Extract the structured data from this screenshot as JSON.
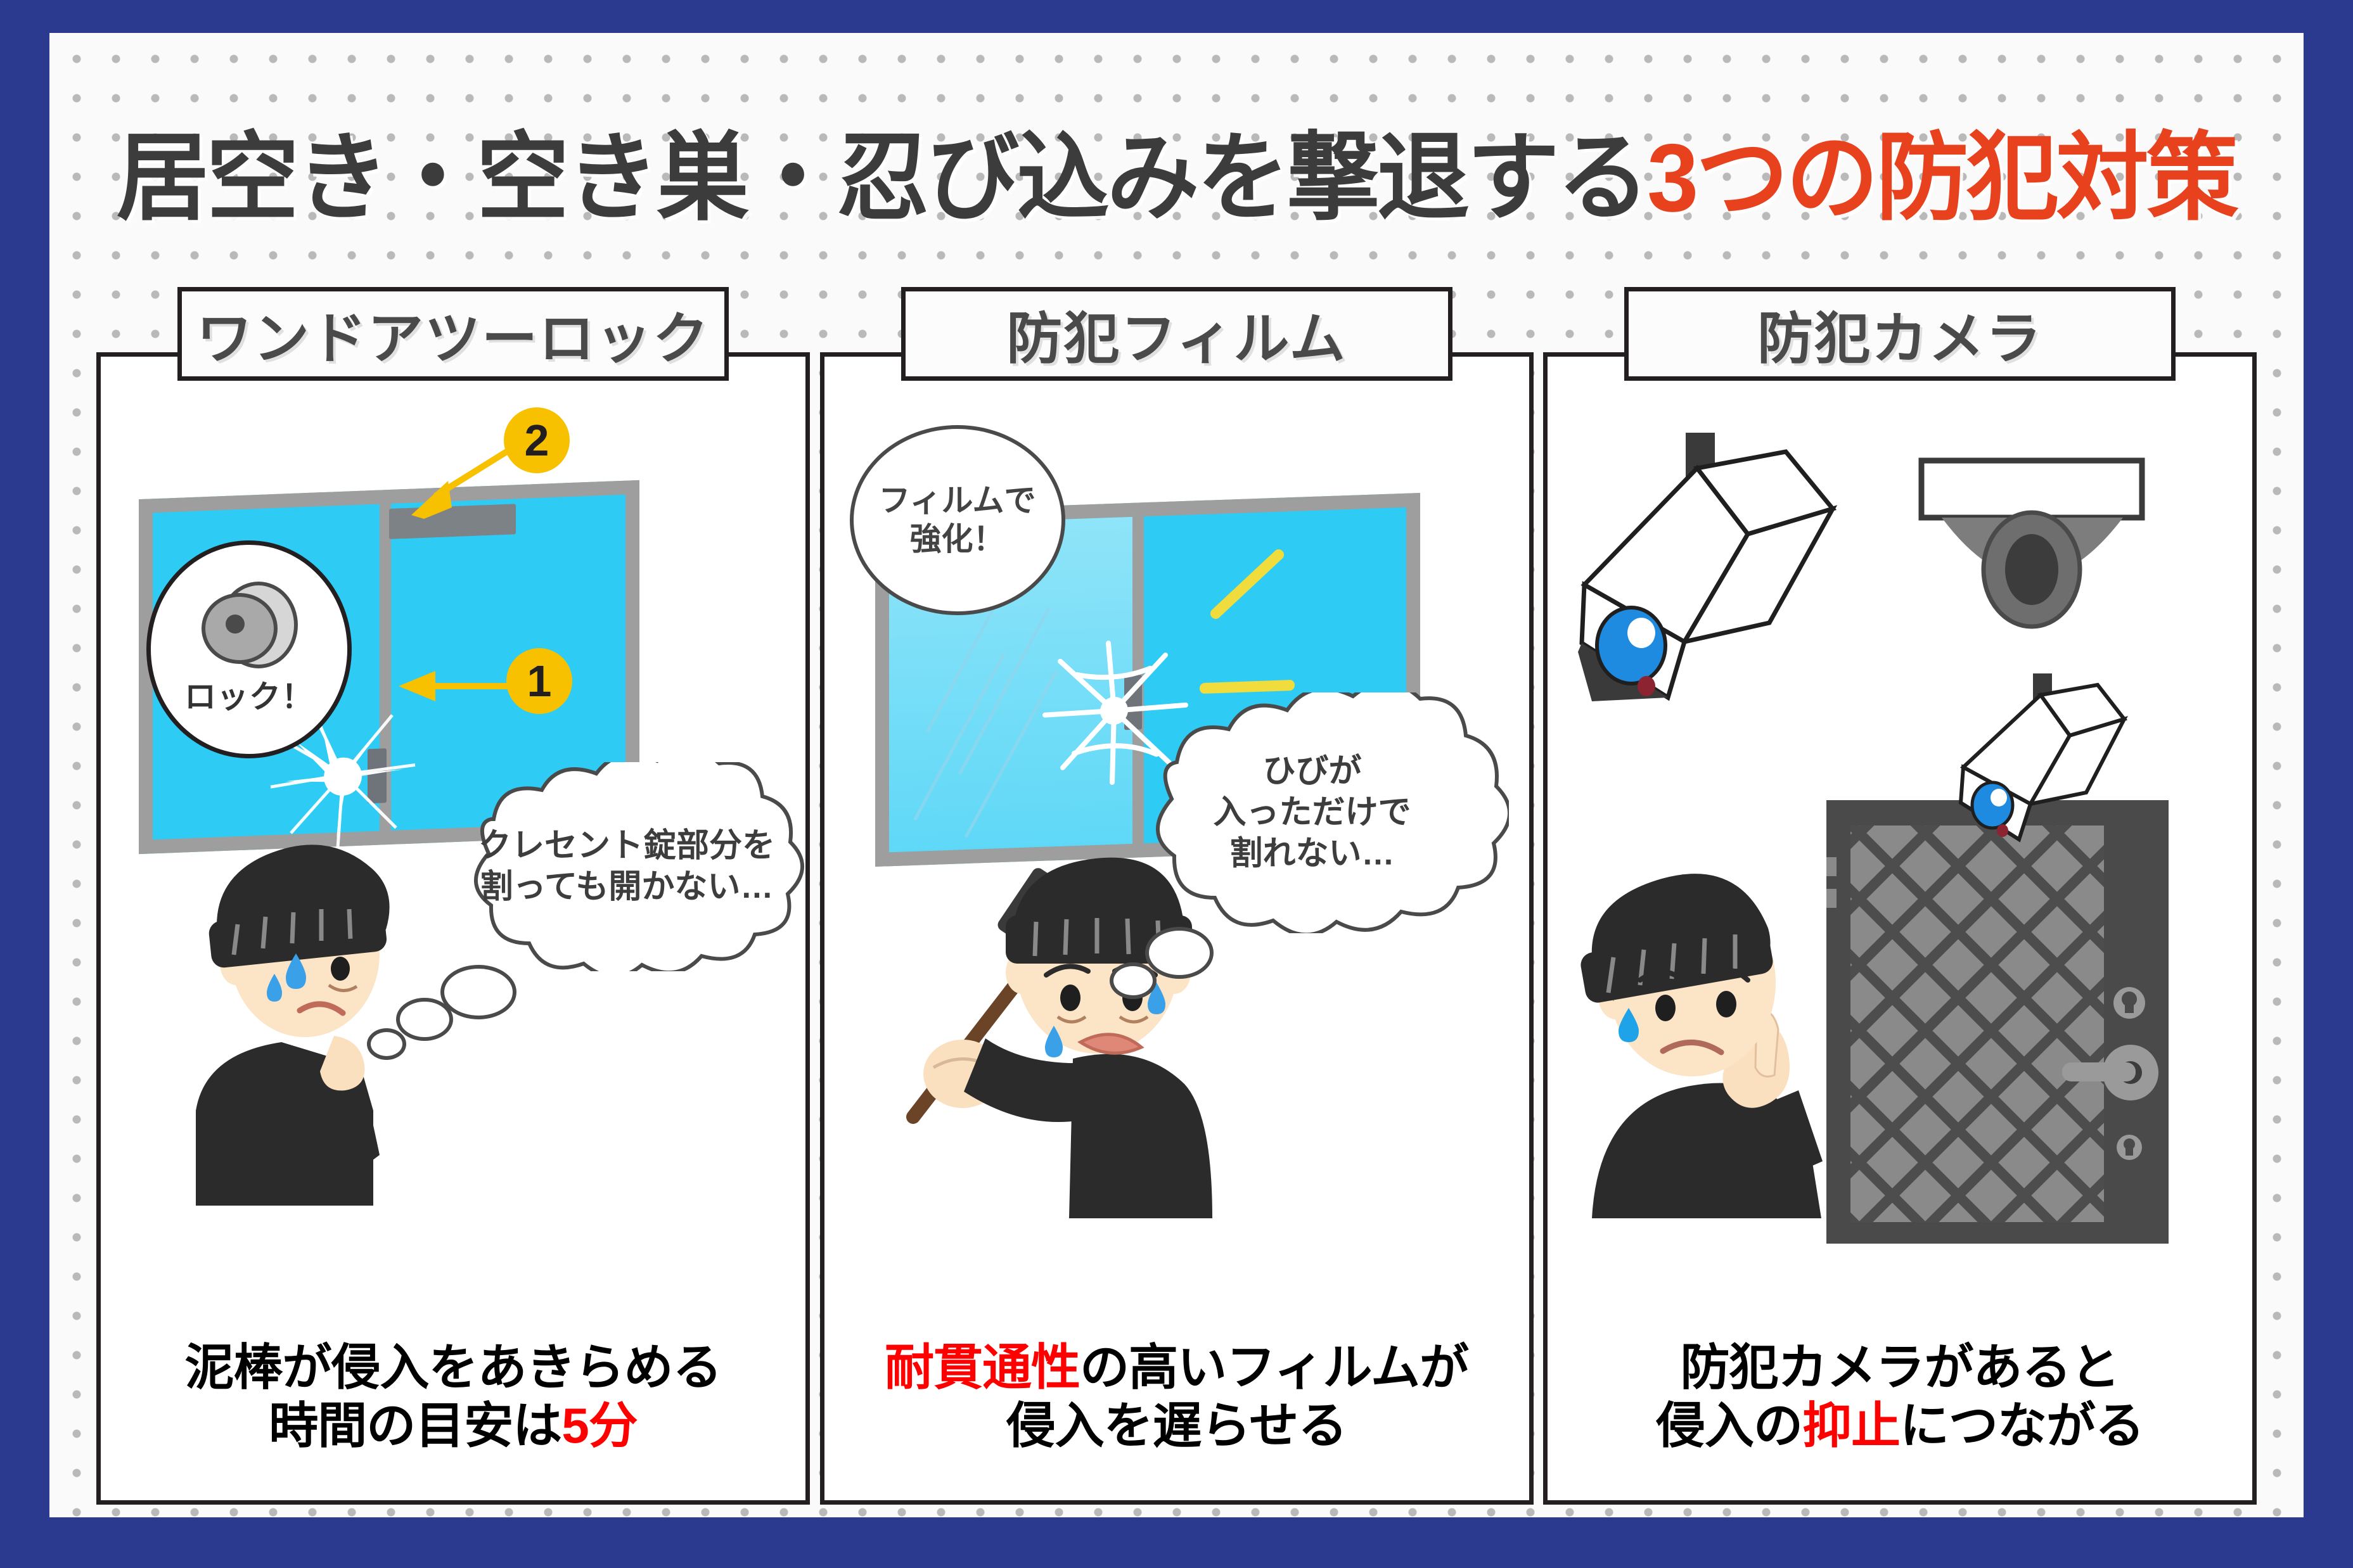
{
  "theme": {
    "border_blue": "#2B3A8F",
    "title_gray": "#3C3C3C",
    "title_accent_red": "#E8411E",
    "caption_red": "#FF0000",
    "badge_yellow": "#F7C100",
    "glass_blue": "#2ECCF5",
    "frame_gray": "#9E9E9E"
  },
  "title": {
    "main": "居空き・空き巣・忍び込みを撃退する",
    "accent": "3つの防犯対策"
  },
  "panels": [
    {
      "id": "one-door-two-lock",
      "header": "ワンドアツーロック",
      "badges": [
        "1",
        "2"
      ],
      "loupe_label": "ロック！",
      "thought": [
        "クレセント錠部分を",
        "割っても開かない…"
      ],
      "caption": {
        "line1_plain": "泥棒が侵入をあきらめる",
        "line2_plain": "時間の目安は",
        "line2_red": "5分"
      }
    },
    {
      "id": "security-film",
      "header": "防犯フィルム",
      "speech": [
        "フィルムで",
        "強化！"
      ],
      "thought": [
        "ひびが",
        "入っただけで",
        "割れない…"
      ],
      "caption": {
        "line1_red": "耐貫通性",
        "line1_plain": "の高いフィルムが",
        "line2_plain": "侵入を遅らせる"
      }
    },
    {
      "id": "security-camera",
      "header": "防犯カメラ",
      "caption": {
        "line1_plain": "防犯カメラがあると",
        "line2_pre": "侵入の",
        "line2_red": "抑止",
        "line2_post": "につながる"
      }
    }
  ]
}
